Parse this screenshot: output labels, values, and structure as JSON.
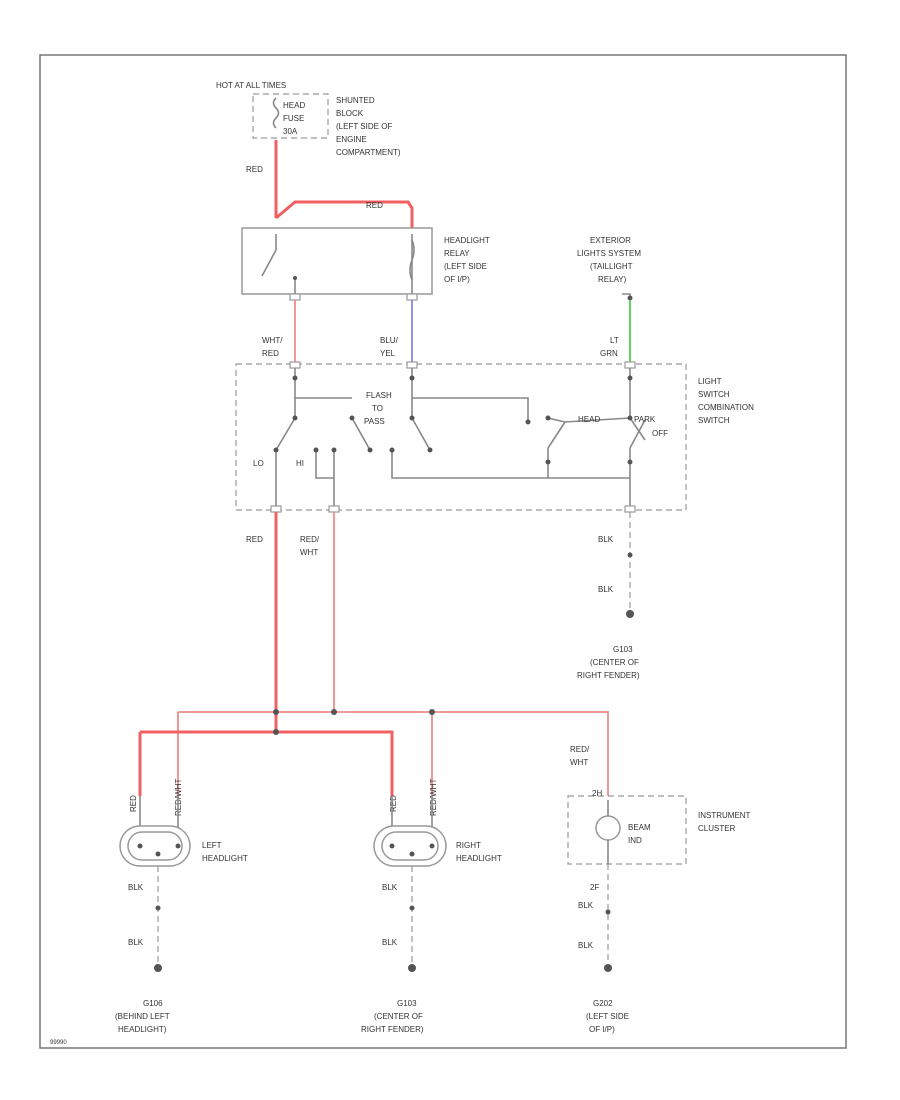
{
  "fuse": {
    "hot_label": "HOT AT ALL TIMES",
    "fuse_lines": [
      "HEAD",
      "FUSE",
      "30A"
    ],
    "block_lines": [
      "SHUNTED",
      "BLOCK",
      "(LEFT SIDE OF",
      "ENGINE",
      "COMPARTMENT)"
    ]
  },
  "wires": {
    "red_feed": "RED",
    "red_top": "RED",
    "relay_left": [
      "WHT/",
      "RED"
    ],
    "relay_right": [
      "BLU/",
      "YEL"
    ],
    "ext_wire": [
      "LT",
      "GRN"
    ],
    "lo_wire": "RED",
    "hi_wire": [
      "RED/",
      "WHT"
    ],
    "ground_upper": "BLK",
    "ground_lower": "BLK",
    "headlight_wire_1": "RED",
    "headlight_wire_2": "RED/WHT",
    "cluster_wire": [
      "RED/",
      "WHT"
    ],
    "left_gnd_1": "BLK",
    "left_gnd_2": "BLK",
    "right_gnd_1": "BLK",
    "right_gnd_2": "BLK",
    "cluster_gnd_1": "BLK",
    "cluster_gnd_2": "BLK"
  },
  "relay": {
    "lines": [
      "HEADLIGHT",
      "RELAY",
      "(LEFT SIDE",
      "OF I/P)"
    ]
  },
  "exterior": {
    "lines": [
      "EXTERIOR",
      "LIGHTS SYSTEM",
      "(TAILLIGHT",
      "RELAY)"
    ]
  },
  "switch": {
    "lines": [
      "LIGHT",
      "SWITCH",
      "COMBINATION",
      "SWITCH"
    ],
    "flash_lines": [
      "FLASH",
      "TO",
      "PASS"
    ],
    "lo": "LO",
    "hi": "HI",
    "head": "HEAD",
    "park": "PARK",
    "off": "OFF"
  },
  "g_upper": {
    "lines": [
      "G103",
      "(CENTER OF",
      "RIGHT FENDER)"
    ]
  },
  "left_headlight": {
    "lines": [
      "LEFT",
      "HEADLIGHT"
    ]
  },
  "right_headlight": {
    "lines": [
      "RIGHT",
      "HEADLIGHT"
    ]
  },
  "cluster": {
    "lines": [
      "INSTRUMENT",
      "CLUSTER"
    ],
    "ind_lines": [
      "BEAM",
      "IND"
    ],
    "pin_top": "2H",
    "pin_bottom": "2F"
  },
  "grounds": {
    "left": [
      "G106",
      "(BEHIND LEFT",
      "HEADLIGHT)"
    ],
    "center": [
      "G103",
      "(CENTER OF",
      "RIGHT FENDER)"
    ],
    "right": [
      "G202",
      "(LEFT SIDE",
      "OF I/P)"
    ]
  },
  "footer_code": "99990"
}
